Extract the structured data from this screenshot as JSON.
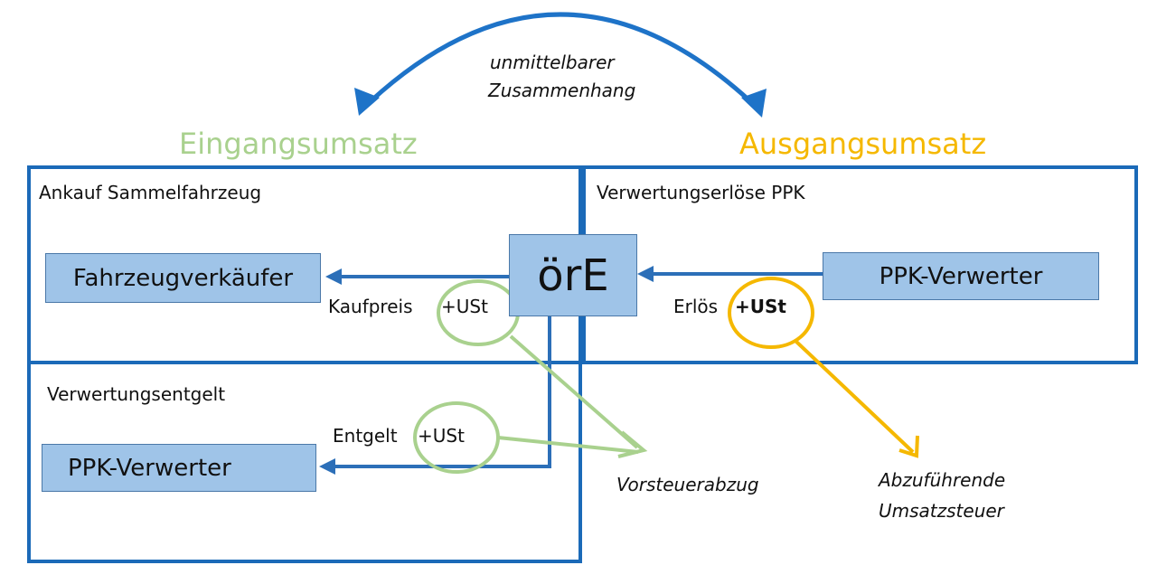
{
  "top_arc_label": {
    "line1": "unmittelbarer",
    "line2": "Zusammenhang"
  },
  "headers": {
    "left": "Eingangsumsatz",
    "right": "Ausgangsumsatz"
  },
  "sections": {
    "ankauf": "Ankauf Sammelfahrzeug",
    "verwertungserloese": "Verwertungserlöse  PPK",
    "verwertungsentgelt": "Verwertungsentgelt"
  },
  "boxes": {
    "center": "örE",
    "fahrzeugverkaeufer": "Fahrzeugverkäufer",
    "ppk_right": "PPK-Verwerter",
    "ppk_bottom": "PPK-Verwerter"
  },
  "flows": {
    "kaufpreis": {
      "label": "Kaufpreis",
      "tax": "+USt"
    },
    "erloes": {
      "label": "Erlös",
      "tax": "+USt"
    },
    "entgelt": {
      "label": "Entgelt",
      "tax": "+USt"
    }
  },
  "outcomes": {
    "vorsteuer": "Vorsteuerabzug",
    "umsatzsteuer": {
      "line1": "Abzuführende",
      "line2": "Umsatzsteuer"
    }
  },
  "colors": {
    "frame": "#1b6ab8",
    "arrow": "#2c6fb8",
    "box_fill": "#9fc4e8",
    "green": "#a9d18e",
    "gold": "#f5b800"
  }
}
